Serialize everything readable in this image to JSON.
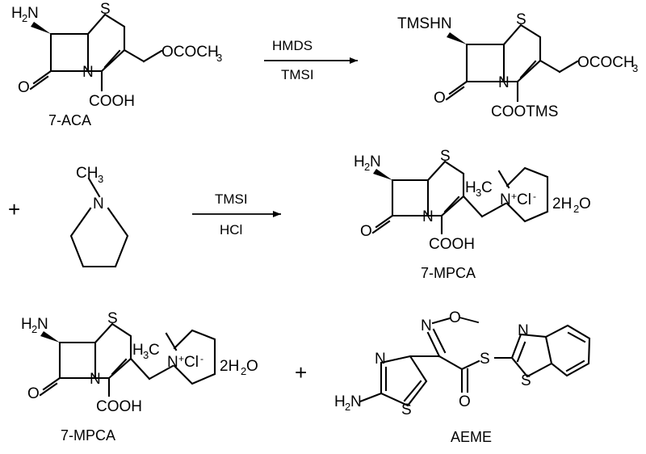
{
  "document": {
    "type": "chemical-reaction-scheme",
    "title": "Synthesis scheme of 7-MPCA and AEME from 7-ACA",
    "background_color": "#ffffff",
    "line_color": "#000000"
  },
  "reactions": [
    {
      "id": "reaction-1",
      "reactant_label": "7-ACA",
      "conditions_above": "HMDS",
      "conditions_below": "TMSI",
      "product_label": ""
    },
    {
      "id": "reaction-2",
      "reactant_label": "",
      "conditions_above": "TMSI",
      "conditions_below": "HCl",
      "product_label": "7-MPCA"
    },
    {
      "id": "reaction-3",
      "reactant_label": "7-MPCA",
      "conditions_above": "",
      "conditions_below": "",
      "product_label": "AEME"
    }
  ],
  "structures": {
    "seven_aca": {
      "name": "7-ACA",
      "caption": "7-ACA",
      "labels": {
        "amine": "H",
        "amine_sub": "2",
        "amine_n": "N",
        "sulfur": "S",
        "ring_nitrogen": "N",
        "ketone_oxygen": "O",
        "acid": "COOH",
        "ester": "OCOCH",
        "ester_sub": "3"
      }
    },
    "silylated": {
      "name": "silylated-7-ACA",
      "caption": "",
      "labels": {
        "amine": "TMSHN",
        "sulfur": "S",
        "ring_nitrogen": "N",
        "ketone_oxygen": "O",
        "acid": "COOTMS",
        "ester": "OCOCH",
        "ester_sub": "3"
      }
    },
    "n_methylpyrrolidine": {
      "name": "N-methylpyrrolidine",
      "caption": "",
      "labels": {
        "methyl": "CH",
        "methyl_sub": "3",
        "nitrogen": "N"
      }
    },
    "seven_mpca": {
      "name": "7-MPCA",
      "caption": "7-MPCA",
      "labels": {
        "amine": "H",
        "amine_sub": "2",
        "amine_n": "N",
        "sulfur": "S",
        "ring_nitrogen": "N",
        "ketone_oxygen": "O",
        "acid": "COOH",
        "methyl": "H",
        "methyl_sub": "3",
        "methyl_c": "C",
        "quat_nitrogen": "N",
        "quat_charge": "+",
        "chloride": "Cl",
        "chloride_charge": "-",
        "hydrate": "2H",
        "hydrate_sub": "2",
        "hydrate_o": "O"
      }
    },
    "aeme": {
      "name": "AEME",
      "caption": "AEME",
      "labels": {
        "amine": "H",
        "amine_sub": "2",
        "amine_n": "N",
        "thiazole_nitrogen": "N",
        "thiazole_sulfur": "S",
        "oxime_nitrogen": "N",
        "oxime_oxygen": "O",
        "thioester_sulfur": "S",
        "carbonyl_oxygen": "O",
        "benzothiazole_nitrogen": "N",
        "benzothiazole_sulfur": "S"
      }
    }
  },
  "operators": {
    "plus_row2": "+",
    "plus_row3": "+"
  }
}
